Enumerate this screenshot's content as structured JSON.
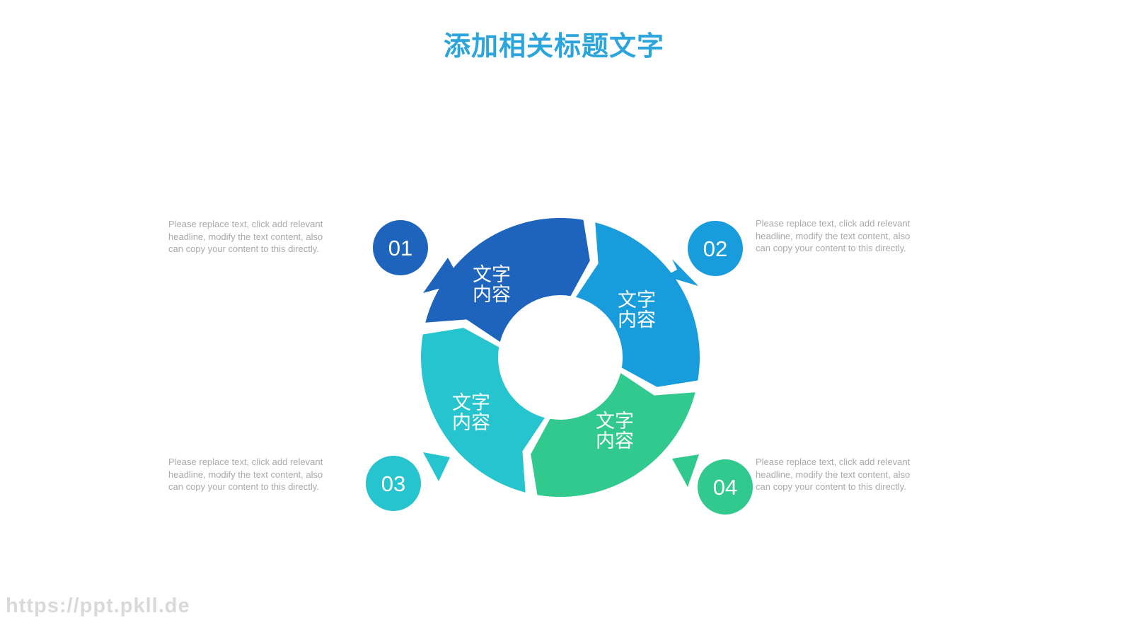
{
  "slide": {
    "title": "添加相关标题文字",
    "watermark": "https://ppt.pkll.de",
    "background": "#FFFFFF"
  },
  "colors": {
    "title_accent": "#2BA5DC",
    "body_text": "#A9A9A9",
    "watermark": "#D9D9D9",
    "step_dark_blue": "#1E64BC",
    "step_light_blue": "#189CDB",
    "step_teal": "#26C4CE",
    "step_green": "#31C98D"
  },
  "placeholder": {
    "text": "Please replace text, click add relevant headline, modify the text content, also can copy your content to this directly."
  },
  "steps": [
    {
      "number": "01",
      "label_line1": "文字",
      "label_line2": "内容",
      "color": "#1E64BC",
      "position": "top-left"
    },
    {
      "number": "02",
      "label_line1": "文字",
      "label_line2": "内容",
      "color": "#189CDB",
      "position": "top-right"
    },
    {
      "number": "03",
      "label_line1": "文字",
      "label_line2": "内容",
      "color": "#26C4CE",
      "position": "bottom-left"
    },
    {
      "number": "04",
      "label_line1": "文字",
      "label_line2": "内容",
      "color": "#31C98D",
      "position": "bottom-right"
    }
  ]
}
